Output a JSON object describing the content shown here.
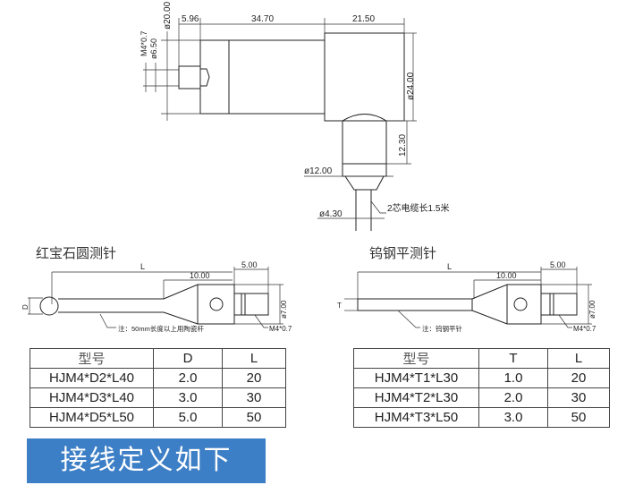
{
  "sensor_drawing": {
    "dims": {
      "d596": "5.96",
      "d3470": "34.70",
      "d2150": "21.50",
      "dia20": "ø20.00",
      "m4": "M4*0.7",
      "dia650": "ø6.50",
      "dia24": "ø24.00",
      "d1230": "12.30",
      "dia12": "ø12.00",
      "dia430": "ø4.30"
    },
    "cable_note": "2芯电缆长1.5米"
  },
  "ruby_probe": {
    "title": "红宝石圆测针",
    "L": "L",
    "d10": "10.00",
    "d5": "5.00",
    "D": "D",
    "dia7": "ø7.00",
    "note": "注：50mm长度以上用陶瓷杆",
    "thread": "M4*0.7"
  },
  "tungsten_probe": {
    "title": "钨钢平测针",
    "L": "L",
    "d10": "10.00",
    "d5": "5.00",
    "T": "T",
    "dia7": "ø7.00",
    "note": "注：钨钢平针",
    "thread": "M4*0.7"
  },
  "ruby_table": {
    "headers": [
      "型号",
      "D",
      "L"
    ],
    "rows": [
      [
        "HJM4*D2*L40",
        "2.0",
        "20"
      ],
      [
        "HJM4*D3*L40",
        "3.0",
        "30"
      ],
      [
        "HJM4*D5*L50",
        "5.0",
        "50"
      ]
    ]
  },
  "tungsten_table": {
    "headers": [
      "型号",
      "T",
      "L"
    ],
    "rows": [
      [
        "HJM4*T1*L30",
        "1.0",
        "20"
      ],
      [
        "HJM4*T2*L30",
        "2.0",
        "30"
      ],
      [
        "HJM4*T3*L50",
        "3.0",
        "50"
      ]
    ]
  },
  "banner": "接线定义如下"
}
